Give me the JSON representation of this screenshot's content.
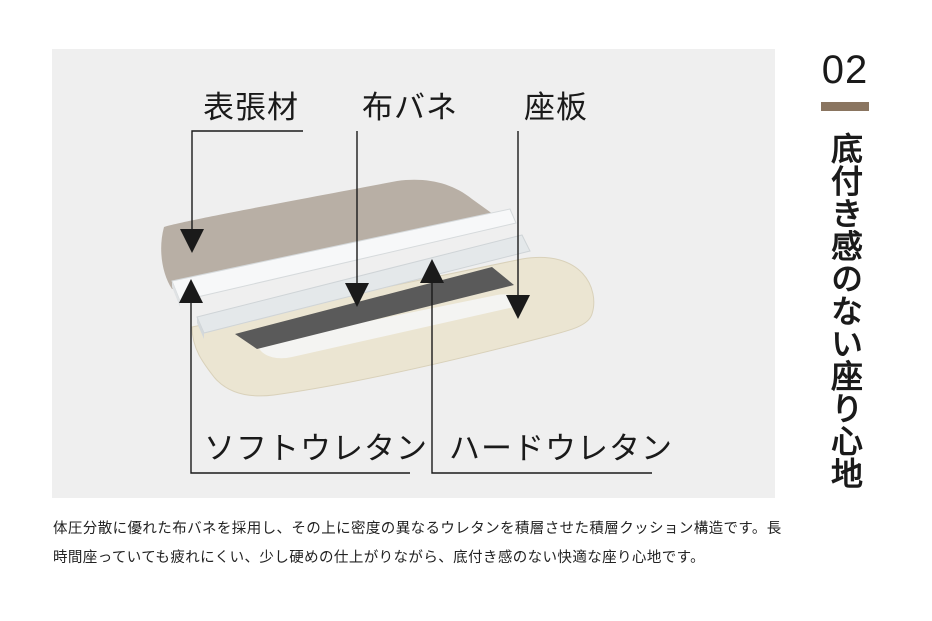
{
  "labels": {
    "upholstery": "表張材",
    "fabric_spring": "布バネ",
    "seat_board": "座板",
    "soft_urethane": "ソフトウレタン",
    "hard_urethane": "ハードウレタン"
  },
  "feature": {
    "number": "02",
    "title": "底付き感のない座り心地"
  },
  "description": "体圧分散に優れた布バネを採用し、その上に密度の異なるウレタンを積層させた積層クッション構造です。長時間座っていても疲れにくい、少し硬めの仕上がりながら、底付き感のない快適な座り心地です。",
  "colors": {
    "panel_bg": "#efefef",
    "upholstery": "#b8afa5",
    "soft_urethane": "#f7f8f9",
    "hard_urethane": "#e4e8ea",
    "fabric_spring": "#5a5a5a",
    "seat_board": "#ebe5d2",
    "accent_bar": "#8a7560"
  }
}
